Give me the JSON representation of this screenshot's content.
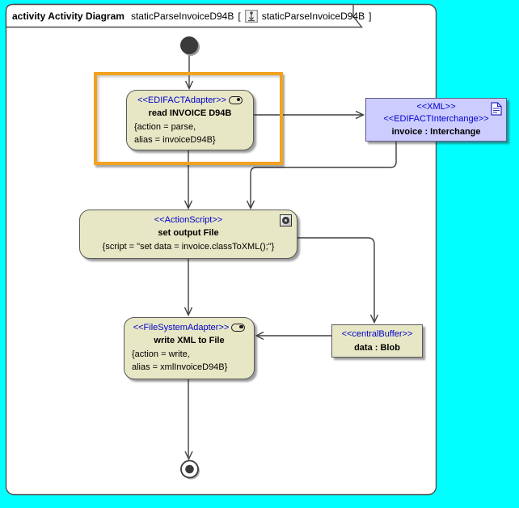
{
  "frame": {
    "title_keyword": "activity Activity Diagram",
    "diagram_name": "staticParseInvoiceD94B",
    "bracket_open": "[",
    "diagram_ref": "staticParseInvoiceD94B",
    "bracket_close": "]"
  },
  "nodes": {
    "read_invoice": {
      "stereotype": "<<EDIFACTAdapter>>",
      "name": "read INVOICE D94B",
      "tags": [
        "{action = parse,",
        "alias = invoiceD94B}"
      ]
    },
    "invoice_object": {
      "stereotype1": "<<XML>>",
      "stereotype2": "<<EDIFACTInterchange>>",
      "name": "invoice : Interchange"
    },
    "set_output": {
      "stereotype": "<<ActionScript>>",
      "name": "set output File",
      "tags": [
        "{script = \"set data = invoice.classToXML();\"}"
      ]
    },
    "write_xml": {
      "stereotype": "<<FileSystemAdapter>>",
      "name": "write XML to File",
      "tags": [
        "{action = write,",
        "alias = xmlInvoiceD94B}"
      ]
    },
    "data_blob": {
      "stereotype": "<<centralBuffer>>",
      "name": "data : Blob"
    }
  },
  "colors": {
    "canvas": "#00ffff",
    "node_fill": "#e7e7c5",
    "object_fill": "#ccccff",
    "stereotype_text": "#0000cd",
    "highlight": "#f2a21f",
    "edge": "#3f3f3f"
  }
}
